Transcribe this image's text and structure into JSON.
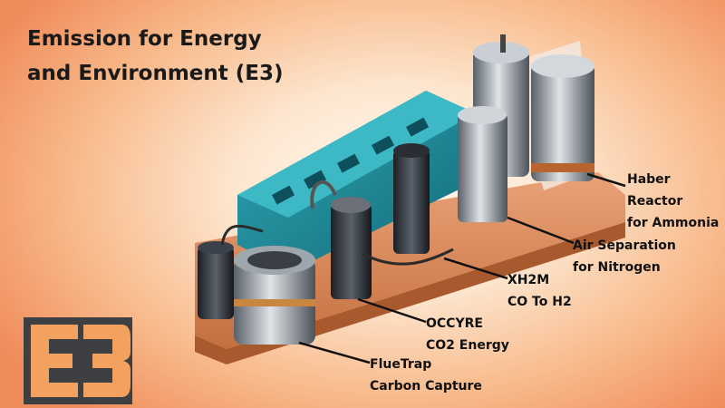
{
  "title": {
    "line1": "Emission for Energy",
    "line2": "and Environment (E3)"
  },
  "callouts": [
    {
      "lines": [
        "Haber",
        "Reactor",
        "for Ammonia"
      ]
    },
    {
      "lines": [
        "Air Separation",
        "for Nitrogen"
      ]
    },
    {
      "lines": [
        "XH2M",
        "CO To H2"
      ]
    },
    {
      "lines": [
        "OCCYRE",
        "CO2 Energy"
      ]
    },
    {
      "lines": [
        "FlueTrap",
        "Carbon Capture"
      ]
    }
  ],
  "logo": {
    "text": "E3"
  },
  "colors": {
    "module_teal": "#1f8a9a",
    "board_wood": "#d9895a",
    "metal": "#9aa3ad",
    "text": "#111111"
  }
}
